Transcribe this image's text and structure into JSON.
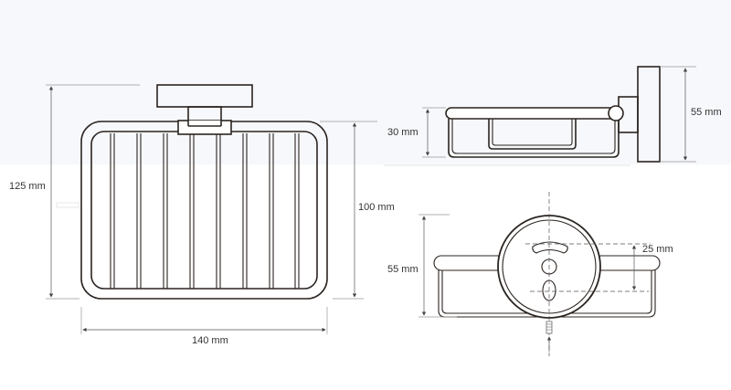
{
  "title": "Soap basket technical drawing",
  "dimensions": {
    "front_height": "125 mm",
    "basket_height": "100 mm",
    "width": "140 mm",
    "side_basket_depth": "30 mm",
    "side_plate_height": "55 mm",
    "bottom_height": "55 mm",
    "hole_spacing": "25 mm"
  },
  "colors": {
    "line": "#2b2420",
    "dimension": "#555555",
    "top_band": "#f6f8fb"
  }
}
